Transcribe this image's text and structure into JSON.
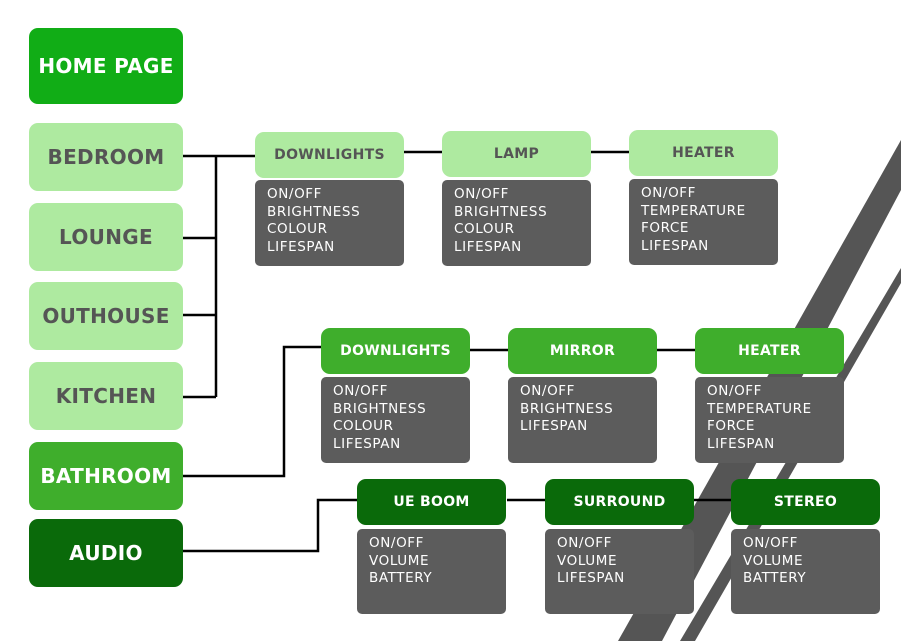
{
  "home_label": "HOME PAGE",
  "rooms": {
    "bedroom": "BEDROOM",
    "lounge": "LOUNGE",
    "outhouse": "OUTHOUSE",
    "kitchen": "KITCHEN",
    "bathroom": "BATHROOM",
    "audio": "AUDIO"
  },
  "bedroom_devices": [
    {
      "label": "DOWNLIGHTS",
      "controls": [
        "ON/OFF",
        "BRIGHTNESS",
        "COLOUR",
        "LIFESPAN"
      ]
    },
    {
      "label": "LAMP",
      "controls": [
        "ON/OFF",
        "BRIGHTNESS",
        "COLOUR",
        "LIFESPAN"
      ]
    },
    {
      "label": "HEATER",
      "controls": [
        "ON/OFF",
        "TEMPERATURE",
        "FORCE",
        "LIFESPAN"
      ]
    }
  ],
  "bathroom_devices": [
    {
      "label": "DOWNLIGHTS",
      "controls": [
        "ON/OFF",
        "BRIGHTNESS",
        "COLOUR",
        "LIFESPAN"
      ]
    },
    {
      "label": "MIRROR",
      "controls": [
        "ON/OFF",
        "BRIGHTNESS",
        "LIFESPAN"
      ]
    },
    {
      "label": "HEATER",
      "controls": [
        "ON/OFF",
        "TEMPERATURE",
        "FORCE",
        "LIFESPAN"
      ]
    }
  ],
  "audio_devices": [
    {
      "label": "UE BOOM",
      "controls": [
        "ON/OFF",
        "VOLUME",
        "BATTERY"
      ]
    },
    {
      "label": "SURROUND",
      "controls": [
        "ON/OFF",
        "VOLUME",
        "LIFESPAN"
      ]
    },
    {
      "label": "STEREO",
      "controls": [
        "ON/OFF",
        "VOLUME",
        "BATTERY"
      ]
    }
  ],
  "colors": {
    "home": "#11ad16",
    "room_light": "#aeeaa0",
    "bathroom": "#3fae2c",
    "audio": "#0a6a0a",
    "panel": "#5c5c5c",
    "connector": "#000000"
  }
}
